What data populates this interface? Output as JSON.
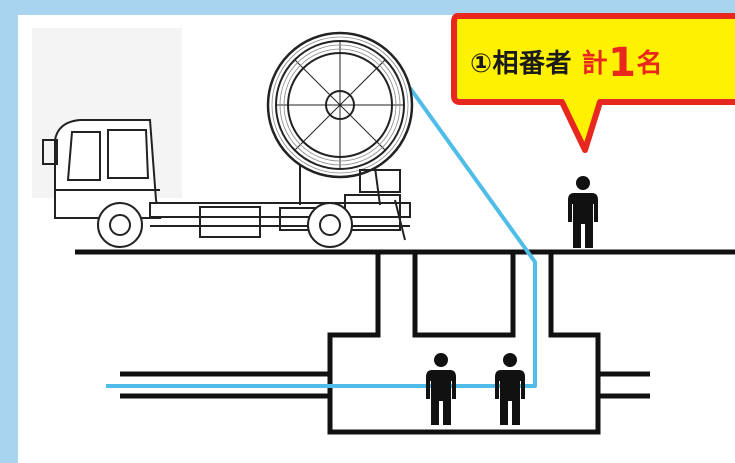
{
  "callout": {
    "text": "①相番者",
    "count_prefix": "計",
    "count_number": "1",
    "count_suffix": "名"
  },
  "colors": {
    "background": "#a9d4ef",
    "panel": "#ffffff",
    "callout_fill": "#fff200",
    "callout_border": "#e8281e",
    "count_text": "#e8281e",
    "cable": "#4fbde8",
    "line": "#111111"
  },
  "icons": [
    "cable-drum-truck-icon",
    "worker-icon",
    "worker-icon",
    "worker-icon"
  ]
}
